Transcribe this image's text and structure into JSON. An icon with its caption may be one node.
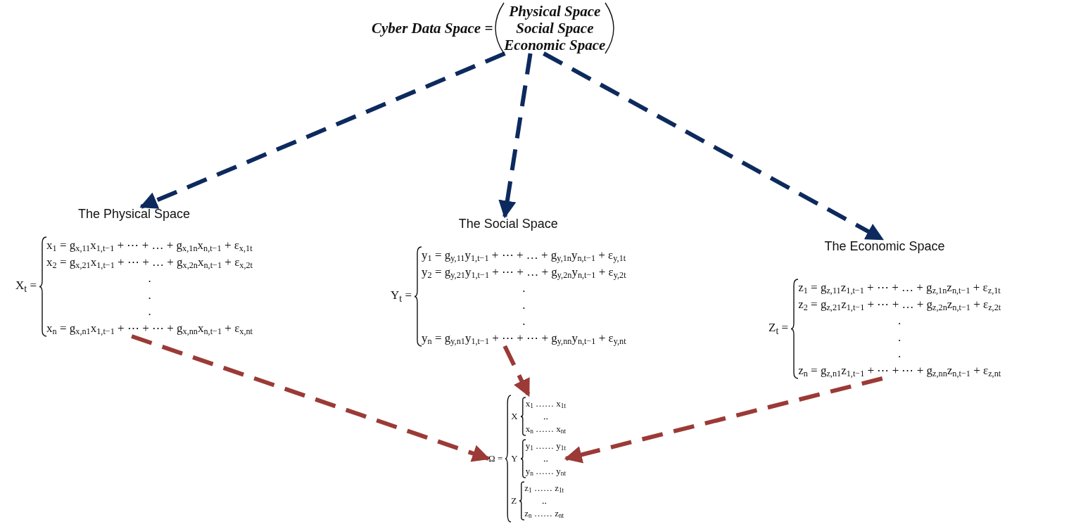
{
  "diagram": {
    "nodes": [
      {
        "text": [
          "Cyber Data Space =",
          "Physical Space",
          "Social Space",
          "Economic Space"
        ]
      },
      {
        "text": [
          "The Physical Space",
          "X$_{t}$ =",
          "x$_{1}$ = g$_{x,11}$x$_{1,t−1}$ + ⋯ + … + g$_{x,1n}$x$_{n,t−1}$ + ε$_{x,1t}$",
          "x$_{2}$ = g$_{x,21}$x$_{1,t−1}$ + ⋯ + … + g$_{x,2n}$x$_{n,t−1}$ + ε$_{x,2t}$",
          ".",
          ".",
          ".",
          "x$_{n}$ = g$_{x,n1}$x$_{1,t−1}$ + ⋯ + ⋯ + g$_{x,nn}$x$_{n,t−1}$ + ε$_{x,nt}$"
        ]
      },
      {
        "text": [
          "The Social Space",
          "Y$_{t}$ =",
          "y$_{1}$ = g$_{y,11}$y$_{1,t−1}$ + ⋯ + … + g$_{y,1n}$y$_{n,t−1}$ + ε$_{y,1t}$",
          "y$_{2}$ = g$_{y,21}$y$_{1,t−1}$ + ⋯ + … + g$_{y,2n}$y$_{n,t−1}$ + ε$_{y,2t}$",
          ".",
          ".",
          ".",
          "y$_{n}$ = g$_{y,n1}$y$_{1,t−1}$ + ⋯ + ⋯ + g$_{y,nn}$y$_{n,t−1}$ + ε$_{y,nt}$"
        ]
      },
      {
        "text": [
          "The Economic Space",
          "Z$_{t}$ =",
          "z$_{1}$ = g$_{z,11}$z$_{1,t−1}$ + ⋯ + … + g$_{z,1n}$z$_{n,t−1}$ + ε$_{z,1t}$",
          "z$_{2}$ = g$_{z,21}$z$_{1,t−1}$ + ⋯ + … + g$_{z,2n}$z$_{n,t−1}$ + ε$_{z,2t}$",
          ".",
          ".",
          ".",
          "z$_{n}$ = g$_{z,n1}$z$_{1,t−1}$ + ⋯ + ⋯ + g$_{z,nn}$z$_{n,t−1}$ + ε$_{z,nt}$"
        ]
      },
      {
        "text": [
          "Ω =",
          "X",
          "x$_{1}$ …… x$_{1t}$",
          "‥",
          "x$_{n}$ …… x$_{nt}$",
          "Y",
          "y$_{1}$ …… y$_{1t}$",
          "‥",
          "y$_{n}$ …… y$_{nt}$",
          "Z",
          "z$_{1}$ …… z$_{1t}$",
          "‥",
          "z$_{n}$ …… z$_{nt}$"
        ]
      }
    ],
    "edges": [
      {
        "from": 0,
        "to": 1,
        "arrow": "to",
        "style": "dashed",
        "color": "#0d2a5e"
      },
      {
        "from": 0,
        "to": 2,
        "arrow": "to",
        "style": "dashed",
        "color": "#0d2a5e"
      },
      {
        "from": 0,
        "to": 3,
        "arrow": "to",
        "style": "dashed",
        "color": "#0d2a5e"
      },
      {
        "from": 1,
        "to": 4,
        "arrow": "to",
        "style": "dashed",
        "color": "#9b3a36"
      },
      {
        "from": 2,
        "to": 4,
        "arrow": "to",
        "style": "dashed",
        "color": "#9b3a36"
      },
      {
        "from": 3,
        "to": 4,
        "arrow": "to",
        "style": "dashed",
        "color": "#9b3a36"
      }
    ]
  }
}
